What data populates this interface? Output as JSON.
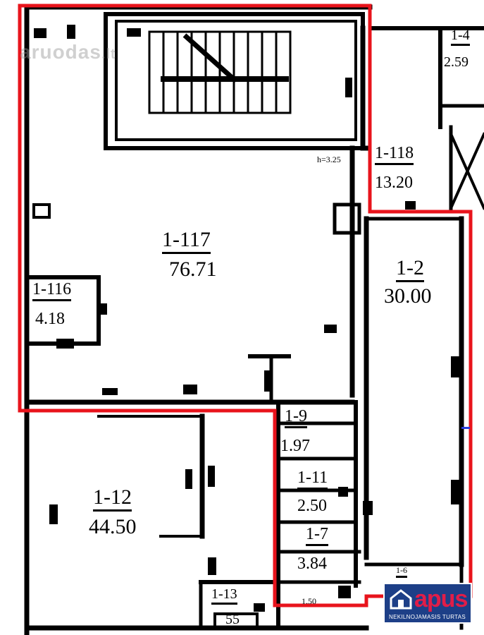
{
  "watermark": {
    "text": "aruodas",
    "tld": ".lt"
  },
  "ceiling_height": "h=3.25",
  "rooms": [
    {
      "id": "1-117",
      "area": "76.71"
    },
    {
      "id": "1-116",
      "area": "4.18"
    },
    {
      "id": "1-118",
      "area": "13.20"
    },
    {
      "id": "1-2",
      "area": "30.00"
    },
    {
      "id": "1-12",
      "area": "44.50"
    },
    {
      "id": "1-9",
      "area": "1.97"
    },
    {
      "id": "1-11",
      "area": "2.50"
    },
    {
      "id": "1-7",
      "area": "3.84"
    },
    {
      "id": "1-6",
      "area": ""
    },
    {
      "id": "1-13",
      "area": "55"
    },
    {
      "id": "1-4",
      "area": "2.59"
    }
  ],
  "small_label": "1.50",
  "brand": {
    "name": "apus",
    "tagline": "NEKILNOJAMASIS TURTAS"
  },
  "colors": {
    "wall": "#000000",
    "highlight": "#e8141c",
    "brand_bg": "#1d3f87",
    "brand_accent": "#e11d48"
  }
}
